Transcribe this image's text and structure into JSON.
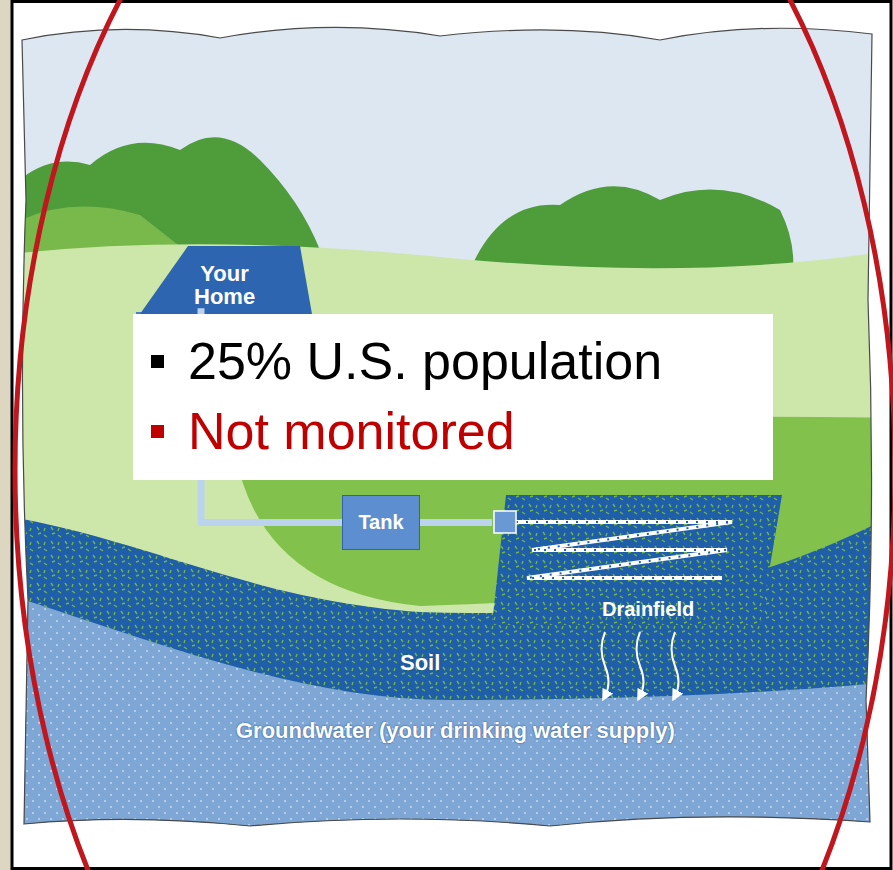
{
  "diagram": {
    "nodes": [
      {
        "text": [
          "Your Home"
        ]
      },
      {
        "text": [
          "25% U.S. population",
          "Not monitored"
        ]
      },
      {
        "text": [
          "Tank"
        ]
      },
      {
        "text": [
          "Drainfield"
        ]
      },
      {
        "text": [
          "Soil"
        ]
      },
      {
        "text": [
          "Groundwater (your drinking water supply)"
        ]
      }
    ],
    "edges": [
      {
        "from": 0,
        "to": 2,
        "arrow": "none"
      },
      {
        "from": 2,
        "to": 3,
        "arrow": "none"
      }
    ]
  }
}
